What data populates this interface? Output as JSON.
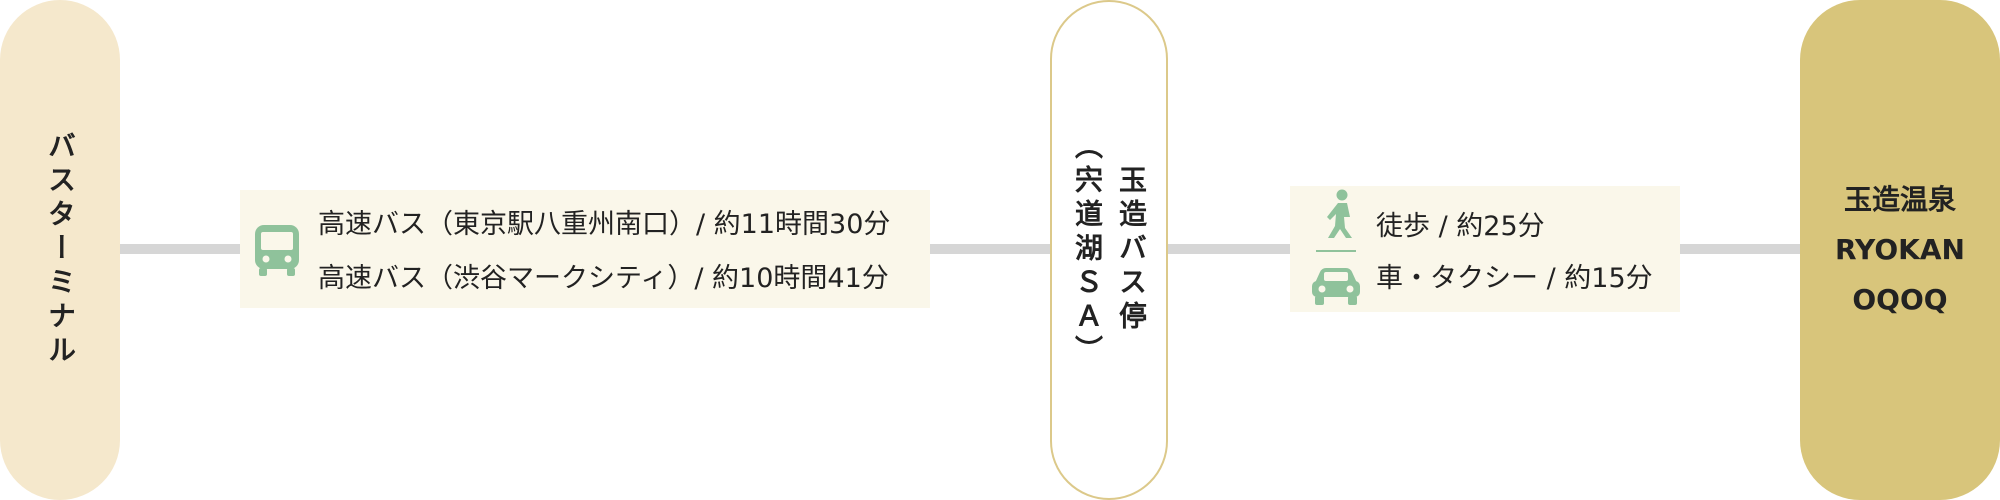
{
  "diagram": {
    "start": {
      "label": "バスターミナル"
    },
    "mid": {
      "label_main": "玉造バス停",
      "label_sub": "（宍道湖ＳＡ）"
    },
    "end": {
      "label_line1": "玉造温泉",
      "label_line2": "RYOKAN",
      "label_line3": "OQOQ"
    },
    "bus_routes": [
      {
        "text": "高速バス（東京駅八重州南口）/ 約11時間30分"
      },
      {
        "text": "高速バス（渋谷マークシティ）/ 約10時間41分"
      }
    ],
    "last_mile": [
      {
        "text": "徒歩 / 約25分"
      },
      {
        "text": "車・タクシー / 約15分"
      }
    ],
    "icons": {
      "bus": "bus-icon",
      "walk": "walking-person-icon",
      "car": "car-icon"
    }
  },
  "colors": {
    "start_pill": "#f5e8cc",
    "mid_pill_border": "#dcc98a",
    "end_pill": "#d8c57b",
    "info_box": "#faf7ea",
    "icon_green": "#8fc29b",
    "connector_line": "#d6d6d6"
  }
}
